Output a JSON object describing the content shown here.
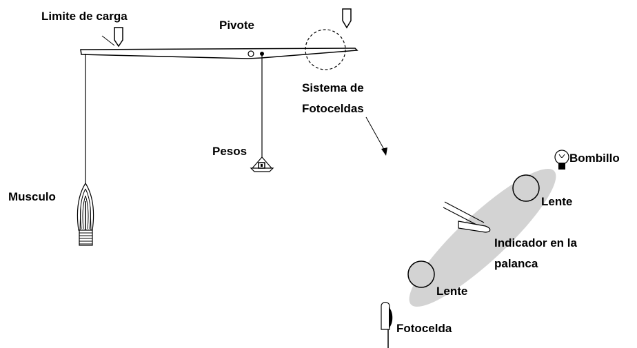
{
  "labels": {
    "limite_carga": "Limite de carga",
    "pivote": "Pivote",
    "sistema_line1": "Sistema de",
    "sistema_line2": "Fotoceldas",
    "pesos": "Pesos",
    "musculo": "Musculo",
    "bombillo": "Bombillo",
    "lente_top": "Lente",
    "indicador_line1": "Indicador en la",
    "indicador_line2": "palanca",
    "lente_bottom": "Lente",
    "fotocelda": "Fotocelda"
  },
  "colors": {
    "ink": "#000000",
    "beam_light": "#d3d3d3",
    "background": "#ffffff"
  }
}
